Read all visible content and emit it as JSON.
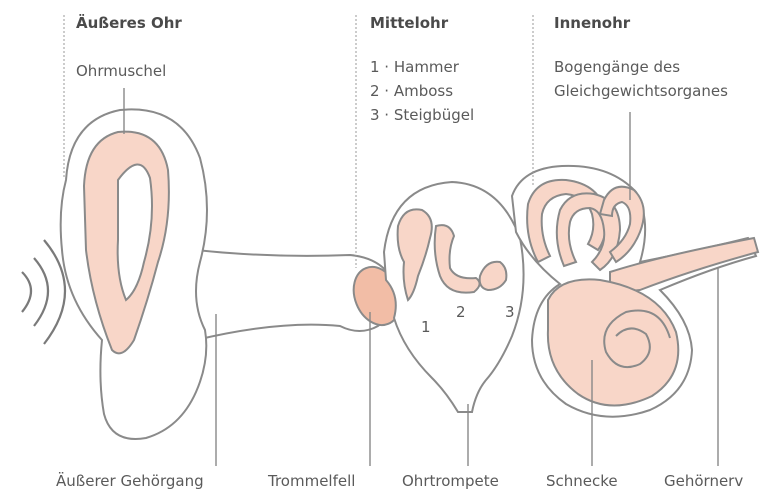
{
  "sections": {
    "outer": {
      "title": "Äußeres Ohr",
      "sub": "Ohrmuschel"
    },
    "middle": {
      "title": "Mittelohr",
      "items": [
        "1 · Hammer",
        "2 · Amboss",
        "3 · Steigbügel"
      ]
    },
    "inner": {
      "title": "Innenohr",
      "sub_line1": "Bogengänge des",
      "sub_line2": "Gleichgewichtsorganes"
    }
  },
  "ossicle_numbers": [
    "1",
    "2",
    "3"
  ],
  "bottom_labels": [
    "Äußerer Gehörgang",
    "Trommelfell",
    "Ohrtrompete",
    "Schnecke",
    "Gehörnerv"
  ],
  "colors": {
    "fill_light": "#f8d6c8",
    "fill_dark": "#f2bda6",
    "outline": "#8a8a8a",
    "text": "#555555"
  }
}
